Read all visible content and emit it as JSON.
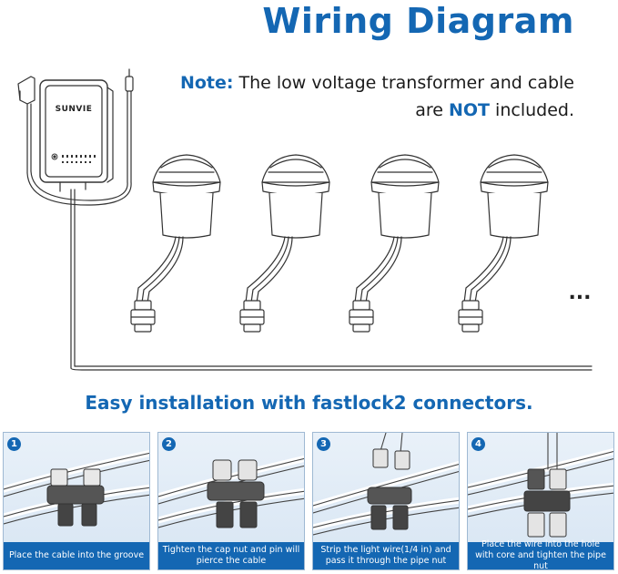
{
  "header": {
    "title": "Wiring Diagram"
  },
  "note": {
    "label": "Note:",
    "line1_text": "The low voltage transformer and cable",
    "line2_pre": "are",
    "line2_emph": "NOT",
    "line2_post": "included."
  },
  "transformer": {
    "brand": "SUNVIE"
  },
  "lights": {
    "count": 4,
    "more_indicator": "..."
  },
  "subtitle": "Easy installation with fastlock2 connectors.",
  "steps": [
    {
      "number": "1",
      "caption": "Place the cable into the groove"
    },
    {
      "number": "2",
      "caption": "Tighten the cap nut and pin will pierce the cable"
    },
    {
      "number": "3",
      "caption": "Strip the light wire(1/4 in) and pass it through the pipe nut"
    },
    {
      "number": "4",
      "caption": "Place the wire into the hole with core and tighten the pipe nut"
    }
  ],
  "colors": {
    "accent": "#1467b3",
    "panel_bg": "#e1ecf7",
    "line_art": "#333333"
  }
}
